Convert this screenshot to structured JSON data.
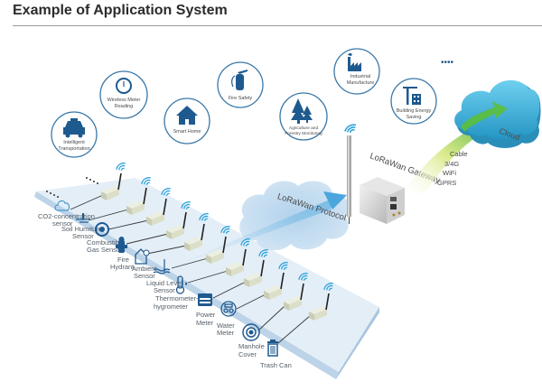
{
  "header": {
    "title": "Example of Application System"
  },
  "applications": [
    {
      "label_lines": [
        "Intelligent",
        "Transportation"
      ],
      "icon": "taxi-icon"
    },
    {
      "label_lines": [
        "Wireless Meter",
        "Reading"
      ],
      "icon": "meter-dial-icon"
    },
    {
      "label_lines": [
        "Smart Home"
      ],
      "icon": "house-icon"
    },
    {
      "label_lines": [
        "Fire Safety"
      ],
      "icon": "fire-extinguisher-icon"
    },
    {
      "label_lines": [
        "Agriculture and",
        "Forestry Monitoring"
      ],
      "icon": "tree-icon"
    },
    {
      "label_lines": [
        "Industrial",
        "Manufacture"
      ],
      "icon": "factory-icon"
    },
    {
      "label_lines": [
        "Building Energy",
        "Saving"
      ],
      "icon": "building-crane-icon"
    }
  ],
  "more_indicator": "••••",
  "cloud": {
    "label": "Cloud"
  },
  "backhaul": {
    "options": [
      "Cable",
      "3/4G",
      "WiFi",
      "GPRS"
    ]
  },
  "gateway": {
    "label": "LoRaWan Gateway"
  },
  "protocol": {
    "label": "LoRaWan Protocol"
  },
  "sensors": [
    {
      "label_lines": [
        "CO2-concentration",
        "sensor"
      ],
      "icon": "co2-cloud-icon"
    },
    {
      "label_lines": [
        "Soil Humiture",
        "Sensor"
      ],
      "icon": "soil-sensor-icon"
    },
    {
      "label_lines": [
        "Combustible",
        "Gas Sensor"
      ],
      "icon": "gas-sensor-icon"
    },
    {
      "label_lines": [
        "Fire",
        "Hydrant"
      ],
      "icon": "fire-hydrant-icon"
    },
    {
      "label_lines": [
        "Ambient",
        "Sensor"
      ],
      "icon": "ambient-house-icon"
    },
    {
      "label_lines": [
        "Liquid Level",
        "Sensor"
      ],
      "icon": "liquid-level-icon"
    },
    {
      "label_lines": [
        "Thermometer-",
        "hygrometer"
      ],
      "icon": "thermometer-icon"
    },
    {
      "label_lines": [
        "Power",
        "Meter"
      ],
      "icon": "power-meter-icon"
    },
    {
      "label_lines": [
        "Water",
        "Meter"
      ],
      "icon": "water-meter-icon"
    },
    {
      "label_lines": [
        "Manhole",
        "Cover"
      ],
      "icon": "manhole-icon"
    },
    {
      "label_lines": [
        "Trash Can"
      ],
      "icon": "trash-can-icon"
    }
  ],
  "colors": {
    "icon_blue": "#1f5a8f",
    "circle_border": "#3a78a8",
    "platform_top": "#e3edf6",
    "platform_side": "#bcd3e8",
    "cloud_blue": "#3fb3d9",
    "wifi_blue": "#2ea3db",
    "arrow_green": "#6cc24a"
  }
}
